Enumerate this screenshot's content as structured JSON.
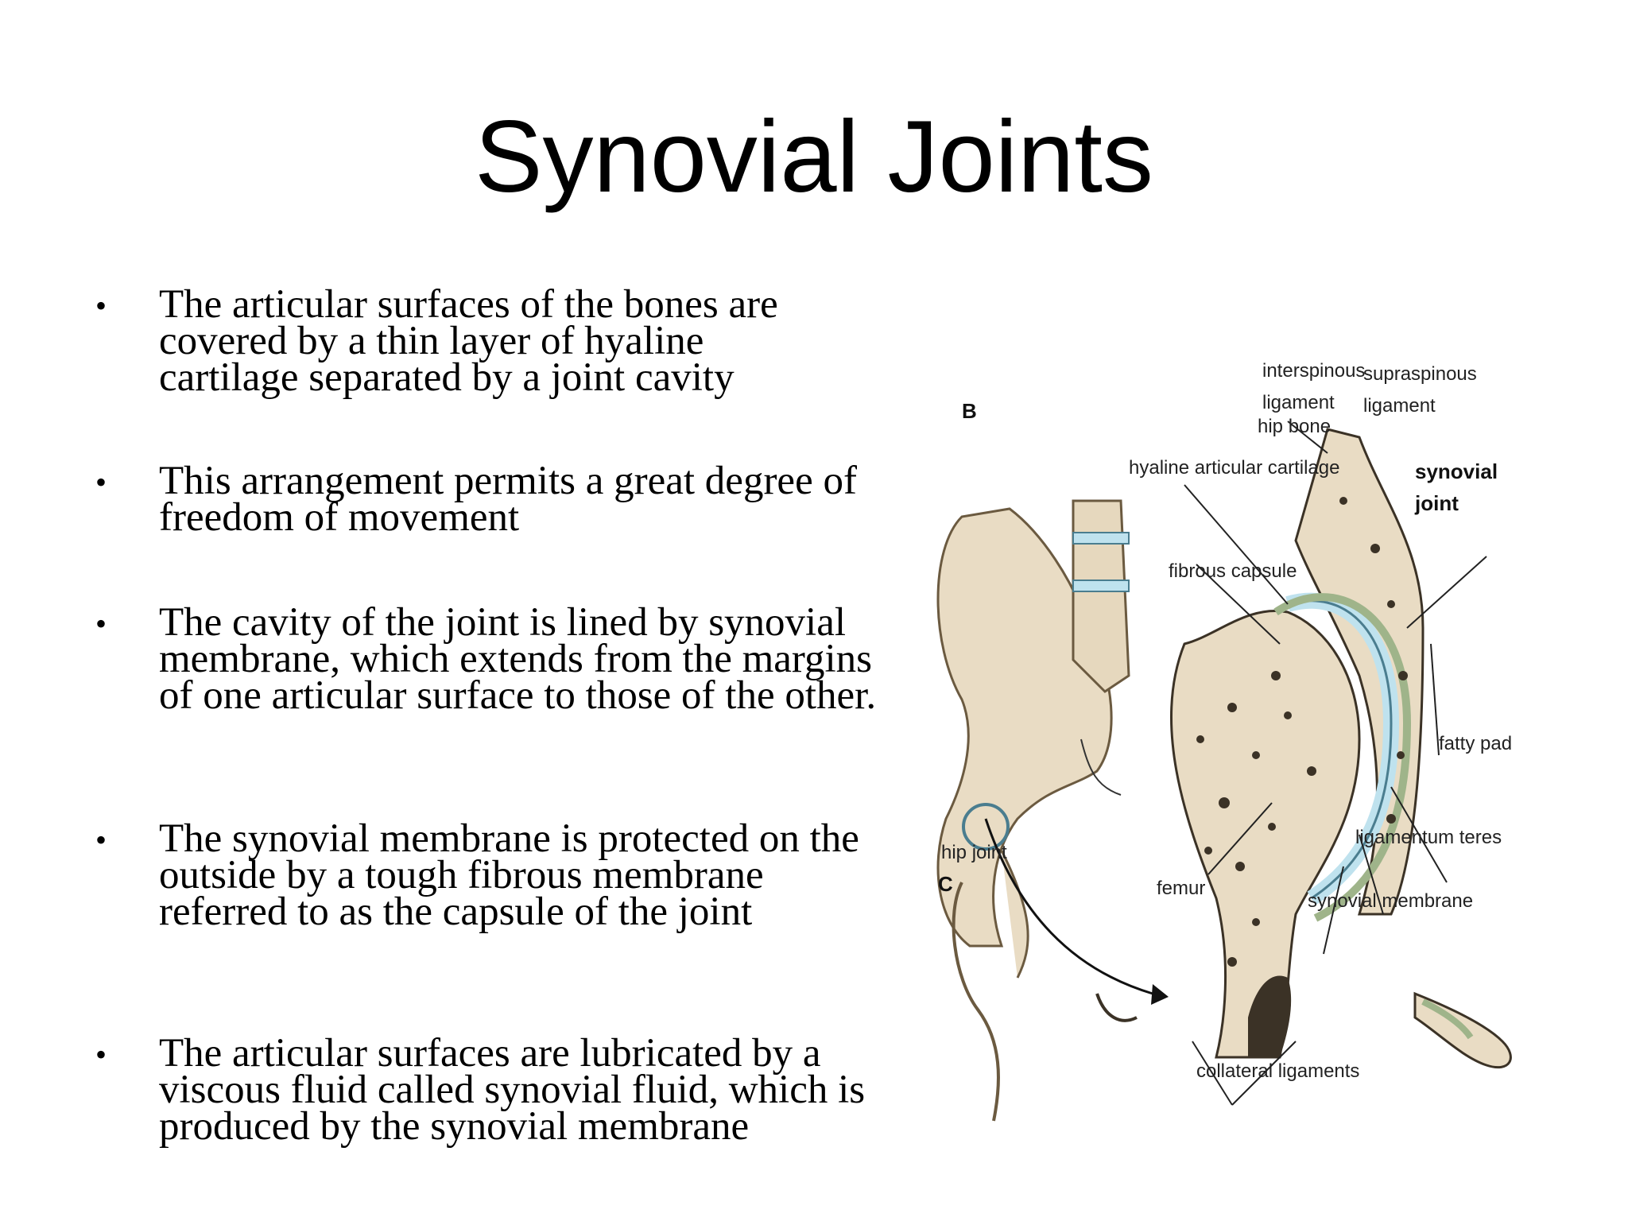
{
  "title": "Synovial Joints",
  "bullets": [
    "The articular surfaces of the bones are covered by a thin layer of hyaline cartilage separated by a joint cavity",
    "This arrangement permits a great degree of freedom of movement",
    "The cavity of the joint is lined by synovial membrane, which extends from the margins of one articular surface to those of the other.",
    "The synovial membrane is protected on the outside by a tough fibrous membrane referred to as the capsule of the joint",
    "The articular surfaces are lubricated by a viscous fluid called synovial fluid, which is produced by the synovial membrane"
  ],
  "figure": {
    "panel_b": "B",
    "panel_c": "C",
    "labels": {
      "interspinous": "interspinous",
      "ligament_1": "ligament",
      "supraspinous": "supraspinous",
      "ligament_2": "ligament",
      "hip_bone": "hip bone",
      "hyaline": "hyaline articular cartilage",
      "synovial": "synovial",
      "joint": "joint",
      "fibrous_capsule": "fibrous capsule",
      "fatty_pad": "fatty pad",
      "hip_joint": "hip joint",
      "ligamentum_teres": "ligamentum teres",
      "femur": "femur",
      "synovial_membrane": "synovial membrane",
      "collateral_ligaments": "collateral ligaments"
    }
  },
  "colors": {
    "bone": "#e9dcc4",
    "bone_dark": "#3b3226",
    "cartilage": "#bfe2ee",
    "capsule": "#9fb48a"
  }
}
